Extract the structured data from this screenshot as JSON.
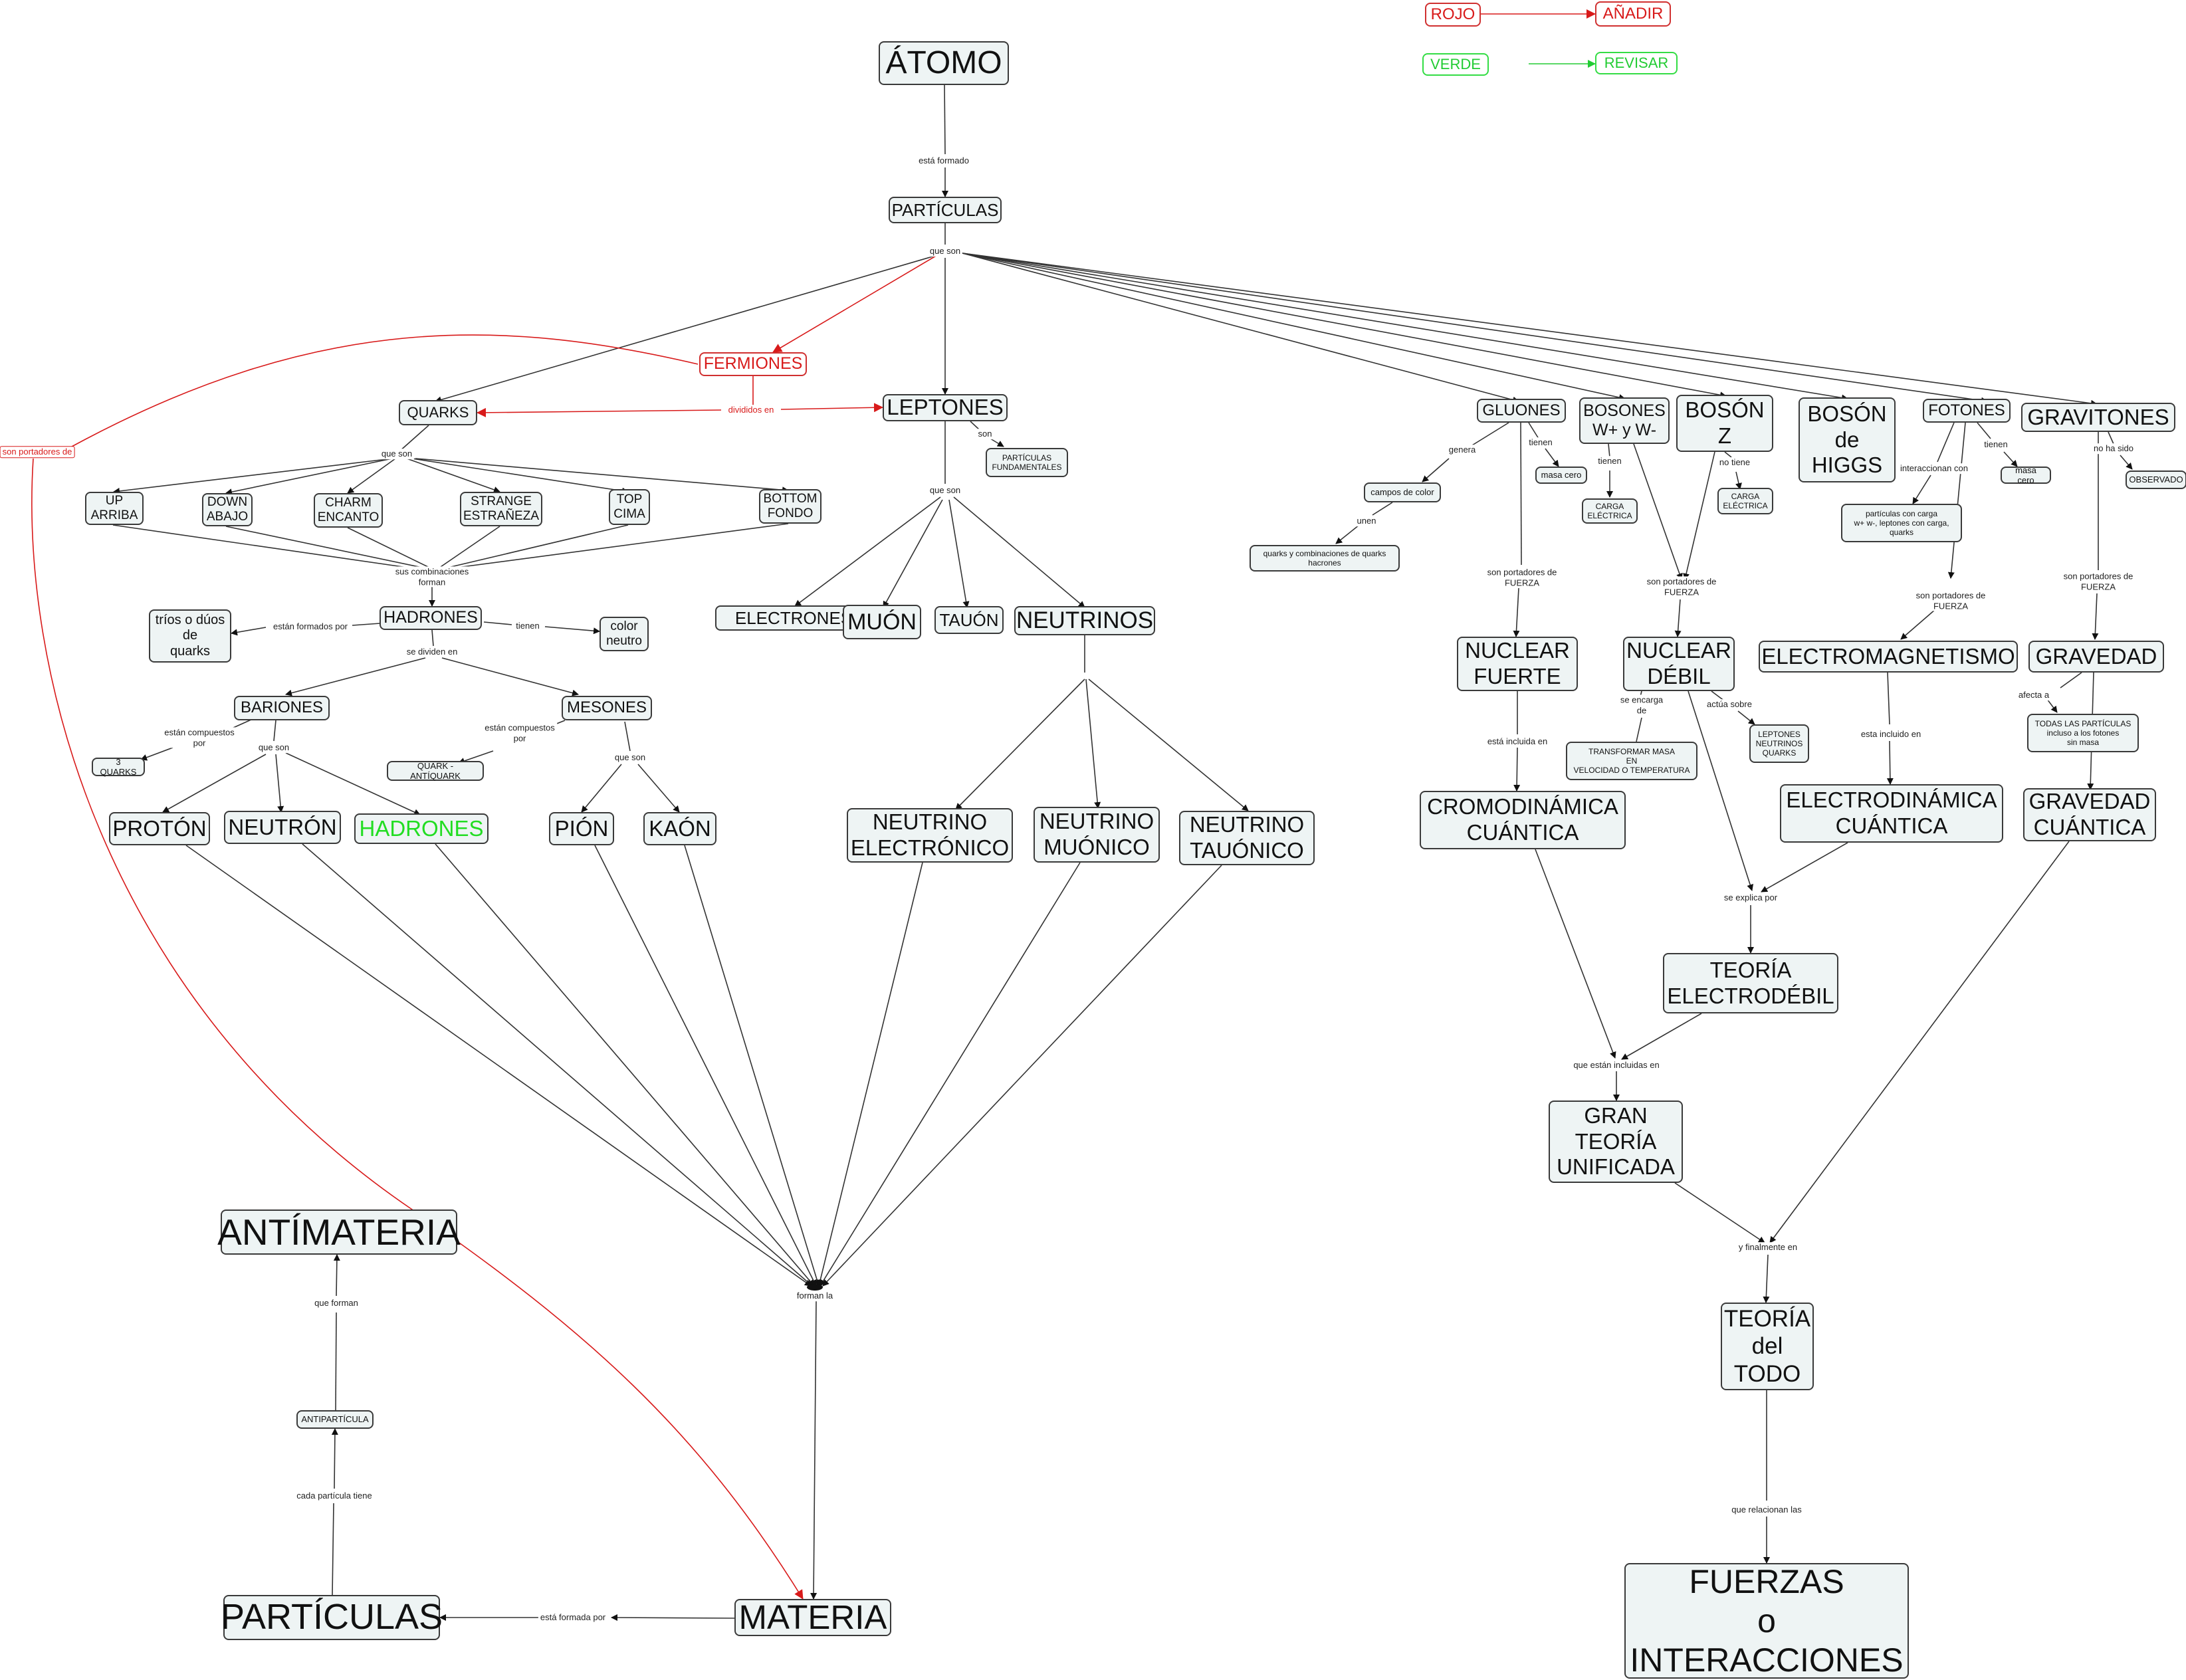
{
  "nodes": {
    "atomo": "ÁTOMO",
    "particulas": "PARTÍCULAS",
    "fermiones": "FERMIONES",
    "quarks": "QUARKS",
    "leptones": "LEPTONES",
    "particulas_fundamentales": "PARTÍCULAS\nFUNDAMENTALES",
    "up": "UP\nARRIBA",
    "down": "DOWN\nABAJO",
    "charm": "CHARM\nENCANTO",
    "strange": "STRANGE\nESTRAÑEZA",
    "top": "TOP\nCIMA",
    "bottom": "BOTTOM\nFONDO",
    "hadrones": "HADRONES",
    "trios": "tríos o dúos\nde\nquarks",
    "color_neutro": "color\nneutro",
    "bariones": "BARIONES",
    "mesones": "MESONES",
    "tres_quarks": "3 QUARKS",
    "quark_antiquark": "QUARK - ANTÍQUARK",
    "proton": "PROTÓN",
    "neutron": "NEUTRÓN",
    "hadrones2": "HADRONES",
    "pion": "PIÓN",
    "kaon": "KAÓN",
    "electrones": "ELECTRONES",
    "muon": "MUÓN",
    "tauon": "TAUÓN",
    "neutrinos": "NEUTRINOS",
    "neutrino_e": "NEUTRINO\nELECTRÓNICO",
    "neutrino_m": "NEUTRINO\nMUÓNICO",
    "neutrino_t": "NEUTRINO\nTAUÓNICO",
    "gluones": "GLUONES",
    "bosones_w": "BOSONES\nW+ y W-",
    "boson_z": "BOSÓN\nZ",
    "boson_higgs": "BOSÓN\nde\nHIGGS",
    "fotones": "FOTONES",
    "gravitones": "GRAVITONES",
    "masa_cero_1": "masa cero",
    "campos_color": "campos de color",
    "quarks_comb": "quarks y combinaciones de quarks\nhacrones",
    "carga_1": "CARGA\nELÉCTRICA",
    "carga_2": "CARGA\nELÉCTRICA",
    "particulas_carga": "partículas con carga\nw+ w-, leptones con carga,\nquarks",
    "masa_cero_2": "masa cero",
    "observado": "OBSERVADO",
    "nuclear_fuerte": "NUCLEAR\nFUERTE",
    "nuclear_debil": "NUCLEAR\nDÉBIL",
    "electromagnetismo": "ELECTROMAGNETISMO",
    "gravedad": "GRAVEDAD",
    "transformar": "TRANSFORMAR MASA\nEN\nVELOCIDAD O TEMPERATURA",
    "leptones_neutrinos": "LEPTONES\nNEUTRINOS\nQUARKS",
    "todas_particulas": "TODAS LAS PARTÍCULAS\nincluso a los fotones\nsin masa",
    "cromodinamica": "CROMODINÁMICA\nCUÁNTICA",
    "electrodinamica": "ELECTRODINÁMICA\nCUÁNTICA",
    "gravedad_cuantica": "GRAVEDAD\nCUÁNTICA",
    "teoria_electrodebil": "TEORÍA\nELECTRODÉBIL",
    "gran_teoria": "GRAN\nTEORÍA\nUNIFICADA",
    "teoria_todo": "TEORÍA\ndel\nTODO",
    "fuerzas": "FUERZAS\no\nINTERACCIONES",
    "antimateria": "ANTÍMATERIA",
    "antiparticula": "ANTIPARTÍCULA",
    "particulas_bottom": "PARTÍCULAS",
    "materia": "MATERIA",
    "rojo": "ROJO",
    "anadir": "AÑADIR",
    "verde": "VERDE",
    "revisar": "REVISAR"
  },
  "labels": {
    "esta_formado": "está formado",
    "que_son_top": "que son",
    "divididos_en": "divididos en",
    "son_portadores_de": "son portadores de",
    "que_son_quarks": "que son",
    "son_leptones": "son",
    "que_son_leptones": "que son",
    "sus_combinaciones": "sus combinaciones\nforman",
    "estan_formados_por": "están formados por",
    "tienen_hadrones": "tienen",
    "se_dividen_en": "se dividen en",
    "compuestos_bariones": "están compuestos\npor",
    "que_son_bariones": "que son",
    "compuestos_mesones": "están compuestos\npor",
    "que_son_mesones": "que son",
    "forman_la": "forman la",
    "esta_formada_por": "está formada por",
    "cada_particula": "cada partícula tiene",
    "que_forman": "que forman",
    "genera": "genera",
    "tienen_gluones": "tienen",
    "unen": "unen",
    "tienen_bosones": "tienen",
    "no_tiene": "no tiene",
    "interaccionan_con": "interaccionan con",
    "tienen_fotones": "tienen",
    "no_ha_sido": "no ha sido",
    "portadores_gluones": "son portadores de\nFUERZA",
    "portadores_wz": "son portadores de\nFUERZA",
    "portadores_fotones": "son portadores de\nFUERZA",
    "portadores_gravitones": "son portadores de\nFUERZA",
    "se_encarga_de": "se encarga\nde",
    "actua_sobre": "actúa sobre",
    "afecta_a": "afecta a",
    "incluida_fuerte": "está incluida en",
    "incluido_em": "esta incluido en",
    "se_explica_por": "se explica por",
    "incluidas_en": "que están incluidas en",
    "y_finalmente": "y finalmente en",
    "que_relacionan": "que relacionan las"
  },
  "colors": {
    "node_fill": "#eef4f4",
    "node_border": "#3a3a3a",
    "edge": "#333333",
    "red": "#d81a1a",
    "green": "#22cc33"
  }
}
